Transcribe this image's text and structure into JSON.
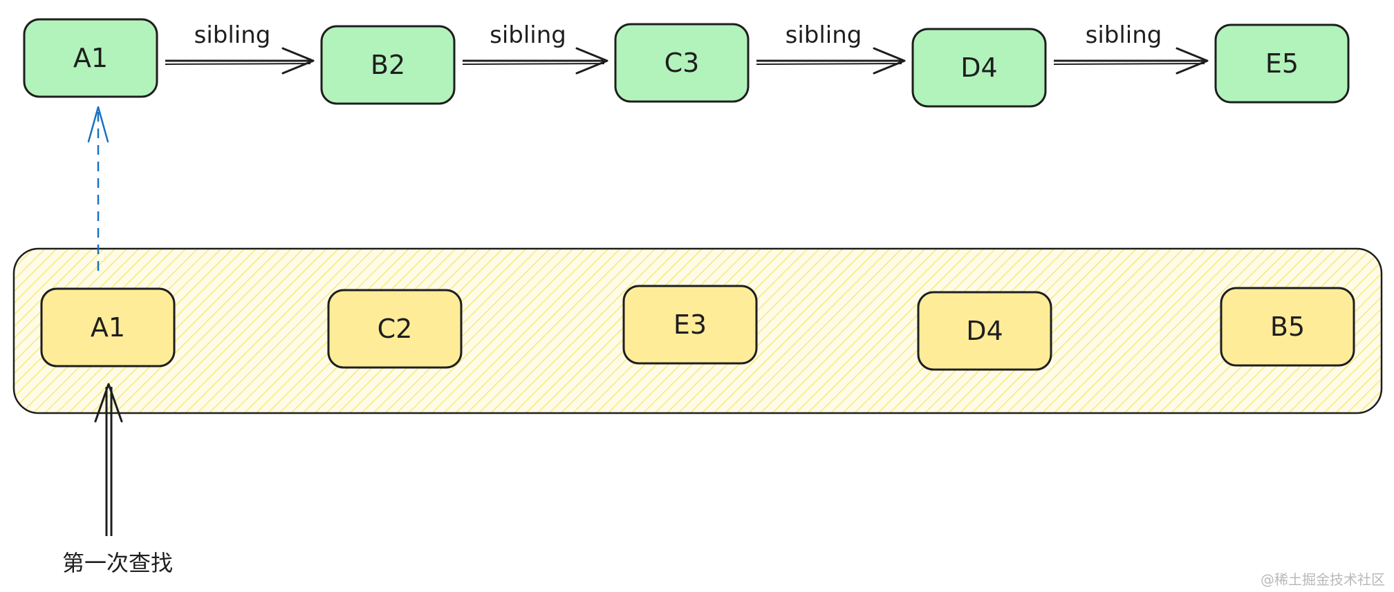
{
  "colors": {
    "green_fill": "#b2f2bb",
    "yellow_fill": "#ffec99",
    "hatch": "#f2e76a",
    "stroke": "#1e1e1e",
    "dashed_arrow": "#1971c2"
  },
  "sibling_chain": {
    "nodes": [
      "A1",
      "B2",
      "C3",
      "D4",
      "E5"
    ],
    "edge_label": "sibling"
  },
  "old_children": {
    "nodes": [
      "A1",
      "C2",
      "E3",
      "D4",
      "B5"
    ]
  },
  "caption": "第一次查找",
  "watermark": "@稀土掘金技术社区"
}
